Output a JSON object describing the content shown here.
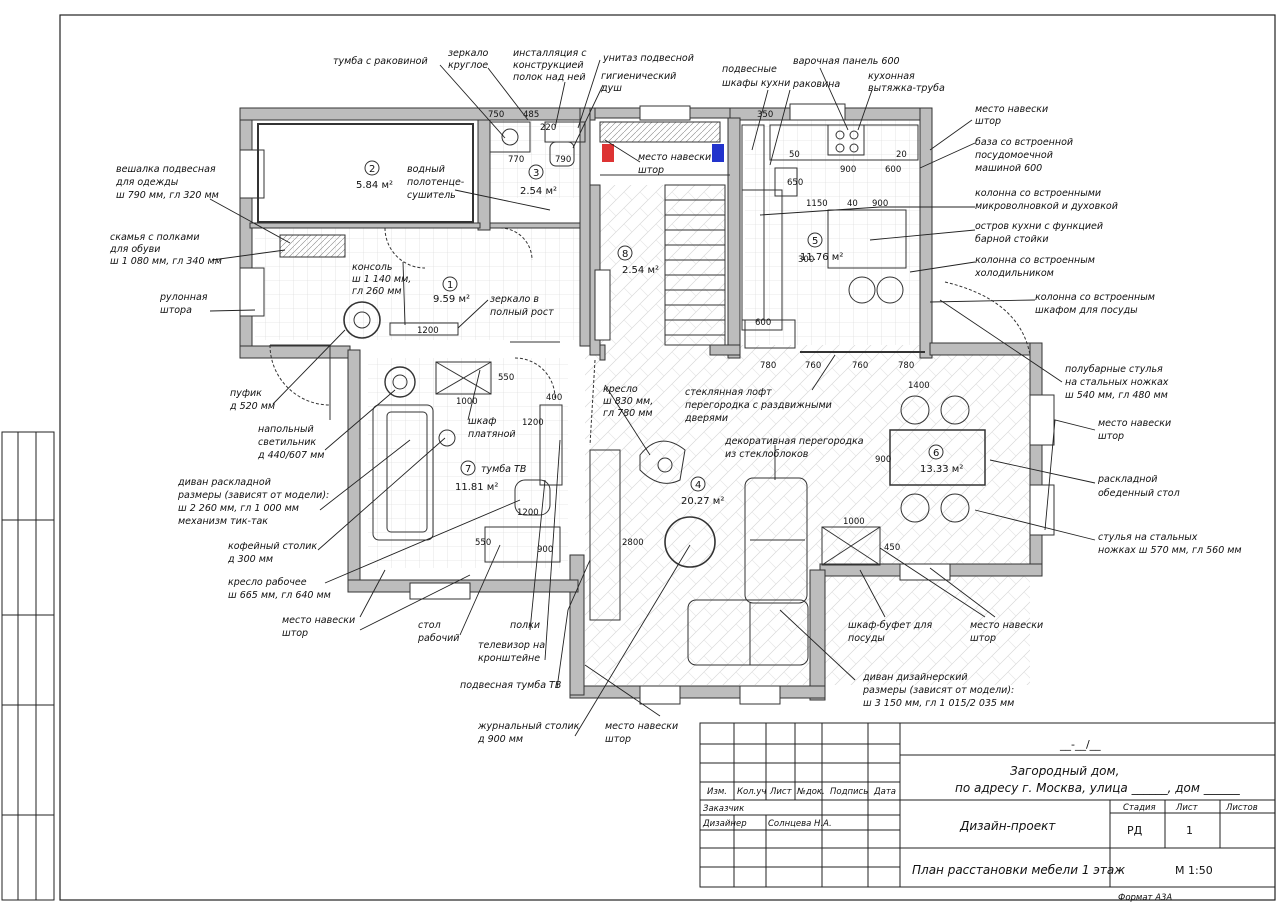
{
  "labels": {
    "tumba_rakovina": "тумба с раковиной",
    "zerkalo_krugloe": [
      "зеркало",
      "круглое"
    ],
    "installyaciya": [
      "инсталляция с",
      "конструкцией",
      "полок над ней"
    ],
    "unitaz": "унитаз подвесной",
    "gig_dush": [
      "гигиенический",
      "душ"
    ],
    "shkafy_kuhni": [
      "подвесные",
      "шкафы кухни"
    ],
    "rakovina": "раковина",
    "varochnaya": "варочная панель 600",
    "vytyazhka": [
      "кухонная",
      "вытяжка-труба"
    ],
    "mesto_shtor_kitchen": [
      "место навески",
      "штор"
    ],
    "baza_pmm": [
      "база со встроенной",
      "посудомоечной",
      "машиной 600"
    ],
    "kolonna_svch": [
      "колонна со встроенными",
      "микроволновкой и духовкой"
    ],
    "ostrov": [
      "остров кухни с функцией",
      "барной стойки"
    ],
    "kolonna_hol": [
      "колонна со встроенным",
      "холодильником"
    ],
    "kolonna_posuda": [
      "колонна со встроенным",
      "шкафом для посуды"
    ],
    "polubar": [
      "полубарные стулья",
      "на стальных ножках",
      "ш 540 мм, гл 480 мм"
    ],
    "mesto_shtor_right": [
      "место навески",
      "штор"
    ],
    "raskl_stol": [
      "раскладной",
      "обеденный стол"
    ],
    "stulya": [
      "стулья на стальных",
      "ножках ш 570 мм, гл 560 мм"
    ],
    "mesto_shtor_br": [
      "место навески",
      "штор"
    ],
    "shkaf_bufet": [
      "шкаф-буфет для",
      "посуды"
    ],
    "divan_dizain": [
      "диван дизайнерский",
      "размеры (зависят от модели):",
      "ш 3 150 мм, гл 1 015/2 035 мм"
    ],
    "mesto_shtor_bottom": [
      "место навески",
      "штор"
    ],
    "zhurn_stolik": [
      "журнальный столик",
      "д 900 мм"
    ],
    "podv_tumba": "подвесная тумба ТВ",
    "televizor": [
      "телевизор на",
      "кронштейне"
    ],
    "polki": "полки",
    "stol_rab": [
      "стол",
      "рабочий"
    ],
    "mesto_shtor_left": [
      "место навески",
      "штор"
    ],
    "kreslo_rab": [
      "кресло рабочее",
      "ш 665 мм, гл 640 мм"
    ],
    "kofe_stolik": [
      "кофейный столик",
      "д 300 мм"
    ],
    "divan_raskl": [
      "диван раскладной",
      "размеры (зависят от модели):",
      "ш 2 260 мм, гл 1 000 мм",
      "механизм тик-так"
    ],
    "napol_svet": [
      "напольный",
      "светильник",
      "д 440/607 мм"
    ],
    "pufik": [
      "пуфик",
      "д 520 мм"
    ],
    "rulonnaya": [
      "рулонная",
      "штора"
    ],
    "skamya": [
      "скамья с полками",
      "для обуви",
      "ш 1 080 мм, гл 340 мм"
    ],
    "veshalka": [
      "вешалка подвесная",
      "для одежды",
      "ш 790 мм, гл 320 мм"
    ],
    "vodn_polot": [
      "водный",
      "полотенце-",
      "сушитель"
    ],
    "konsol": [
      "консоль",
      "ш 1 140 мм,",
      "гл 260 мм"
    ],
    "zerkalo_rost": [
      "зеркало в",
      "полный рост"
    ],
    "mesto_shtor_stair": [
      "место навески",
      "штор"
    ],
    "kreslo": [
      "кресло",
      "ш 830 мм,",
      "гл 780 мм"
    ],
    "steklyannaya": [
      "стеклянная лофт",
      "перегородка с раздвижными",
      "дверями"
    ],
    "dekor_peregorodka": [
      "декоративная перегородка",
      "из стеклоблоков"
    ],
    "shkaf_plat": [
      "шкаф",
      "платяной"
    ],
    "tumba_tv": "тумба ТВ"
  },
  "rooms": [
    {
      "num": "1",
      "area": "9.59 м²"
    },
    {
      "num": "2",
      "area": "5.84 м²"
    },
    {
      "num": "3",
      "area": "2.54 м²"
    },
    {
      "num": "4",
      "area": "20.27 м²"
    },
    {
      "num": "5",
      "area": "11.76 м²"
    },
    {
      "num": "6",
      "area": "13.33 м²"
    },
    {
      "num": "7",
      "area": "11.81 м²"
    },
    {
      "num": "8",
      "area": "2.54 м²"
    }
  ],
  "dims": {
    "d750": "750",
    "d485": "485",
    "d220": "220",
    "d770": "770",
    "d790": "790",
    "d350": "350",
    "d50": "50",
    "d900": "900",
    "d600": "600",
    "d20": "20",
    "d1150": "1150",
    "d40": "40",
    "d780": "780",
    "d760": "760",
    "d1400": "1400",
    "d1000": "1000",
    "d450": "450",
    "d1200": "1200",
    "d550": "550",
    "d400": "400",
    "d2800": "2800",
    "d300": "300",
    "d650": "650"
  },
  "title_block": {
    "project_code": "__-__/__",
    "object": [
      "Загородный дом,",
      "по адресу г. Москва, улица ______, дом ______"
    ],
    "headers": [
      "Изм.",
      "Кол.уч",
      "Лист",
      "№док.",
      "Подпись",
      "Дата"
    ],
    "zakazchik": "Заказчик",
    "dizainer": "Дизайнер",
    "author": "Солнцева Н.А.",
    "design": "Дизайн-проект",
    "plan_title": "План расстановки мебели 1 этаж",
    "stage_h": "Стадия",
    "sheet_h": "Лист",
    "sheets_h": "Листов",
    "stage": "РД",
    "sheet": "1",
    "scale": "М 1:50",
    "format": "Формат А3А"
  }
}
